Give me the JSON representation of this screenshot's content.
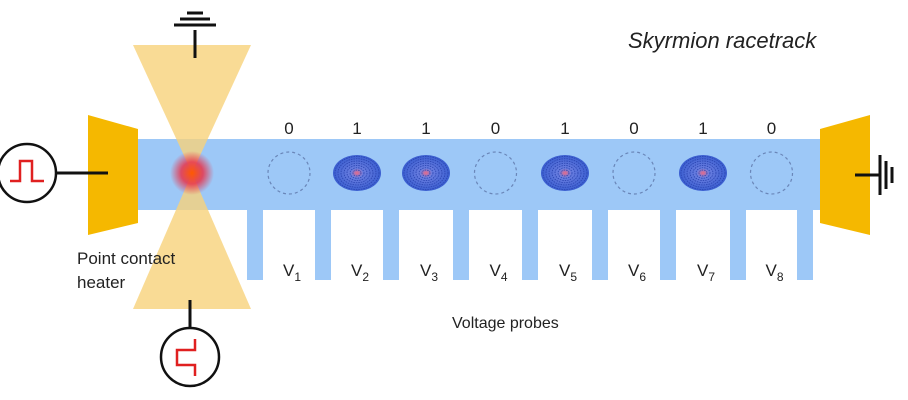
{
  "title": "Skyrmion racetrack",
  "heater_label_line1": "Point contact",
  "heater_label_line2": "heater",
  "probes_label": "Voltage probes",
  "bits": [
    "0",
    "1",
    "1",
    "0",
    "1",
    "0",
    "1",
    "0"
  ],
  "probes": [
    {
      "v": "V",
      "sub": "1"
    },
    {
      "v": "V",
      "sub": "2"
    },
    {
      "v": "V",
      "sub": "3"
    },
    {
      "v": "V",
      "sub": "4"
    },
    {
      "v": "V",
      "sub": "5"
    },
    {
      "v": "V",
      "sub": "6"
    },
    {
      "v": "V",
      "sub": "7"
    },
    {
      "v": "V",
      "sub": "8"
    }
  ],
  "colors": {
    "track": "#9dc8f7",
    "contact": "#f5b800",
    "heater": "#f8d27a",
    "skyrmion": "#4a6fd6",
    "pulse": "#e02020"
  }
}
